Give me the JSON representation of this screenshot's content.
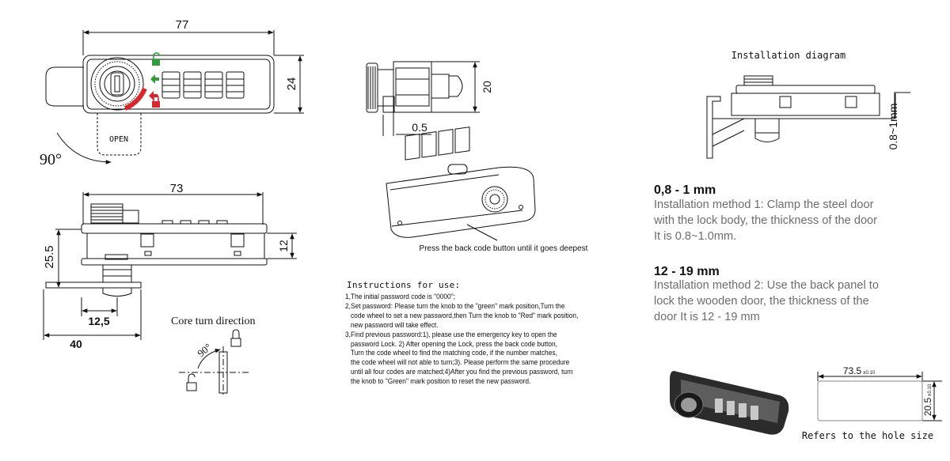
{
  "front_view": {
    "width_dim": "77",
    "height_dim": "24",
    "open_label": "OPEN",
    "angle_label": "90°"
  },
  "top_view": {
    "width_dim": "73",
    "height_dim": "25.5",
    "body_dim": "12",
    "offset_dim": "12,5",
    "plate_dim": "40"
  },
  "side_view": {
    "height_dim": "20",
    "gap_dim": "0.5"
  },
  "core_turn": {
    "title": "Core turn direction",
    "angle_label": "90°"
  },
  "photo_caption": "Press the back code button until it goes deepest",
  "instructions": {
    "title": "Instructions for use:",
    "lines": [
      "1,The initial password code is \"0000\";",
      "2,Set password: Please turn the knob to the \"green\" mark position,Turn the",
      "   code wheel to set a new password,then Turn the knob to \"Red\" mark position,",
      "   new password will take effect.",
      "3,Find previous password:1), please use the emergency key to open the",
      "   password Lock. 2) After opening the Lock, press the back code button,",
      "   Turn the code wheel to find the matching code, if the number matches,",
      "   the code wheel will not able to turn;3). Please perform the same procedure",
      "   until all four codes are matched;4)After you find the previous password, turn",
      "   the knob to \"Green\" mark position to reset the new password."
    ]
  },
  "installation": {
    "title": "Installation diagram",
    "thickness_dim": "0.8~1mm"
  },
  "method1": {
    "heading": "0,8 - 1 mm",
    "lines": [
      "Installation method 1: Clamp the steel door",
      "with the lock body, the thickness of the door",
      "It is 0.8~1.0mm."
    ]
  },
  "method2": {
    "heading": "12 - 19 mm",
    "lines": [
      "Installation method 2: Use the back panel to",
      "lock the wooden door, the thickness of the",
      "door It is 12 - 19 mm"
    ]
  },
  "hole": {
    "width_dim": "73.5",
    "width_tol": "±0.10",
    "height_dim": "20.5",
    "height_tol": "±0.10",
    "caption": "Refers to the hole size"
  },
  "colors": {
    "line": "#111111",
    "green_mark": "#2e9e3a",
    "red_mark": "#d8262a",
    "description_text": "#6d6d6d"
  }
}
